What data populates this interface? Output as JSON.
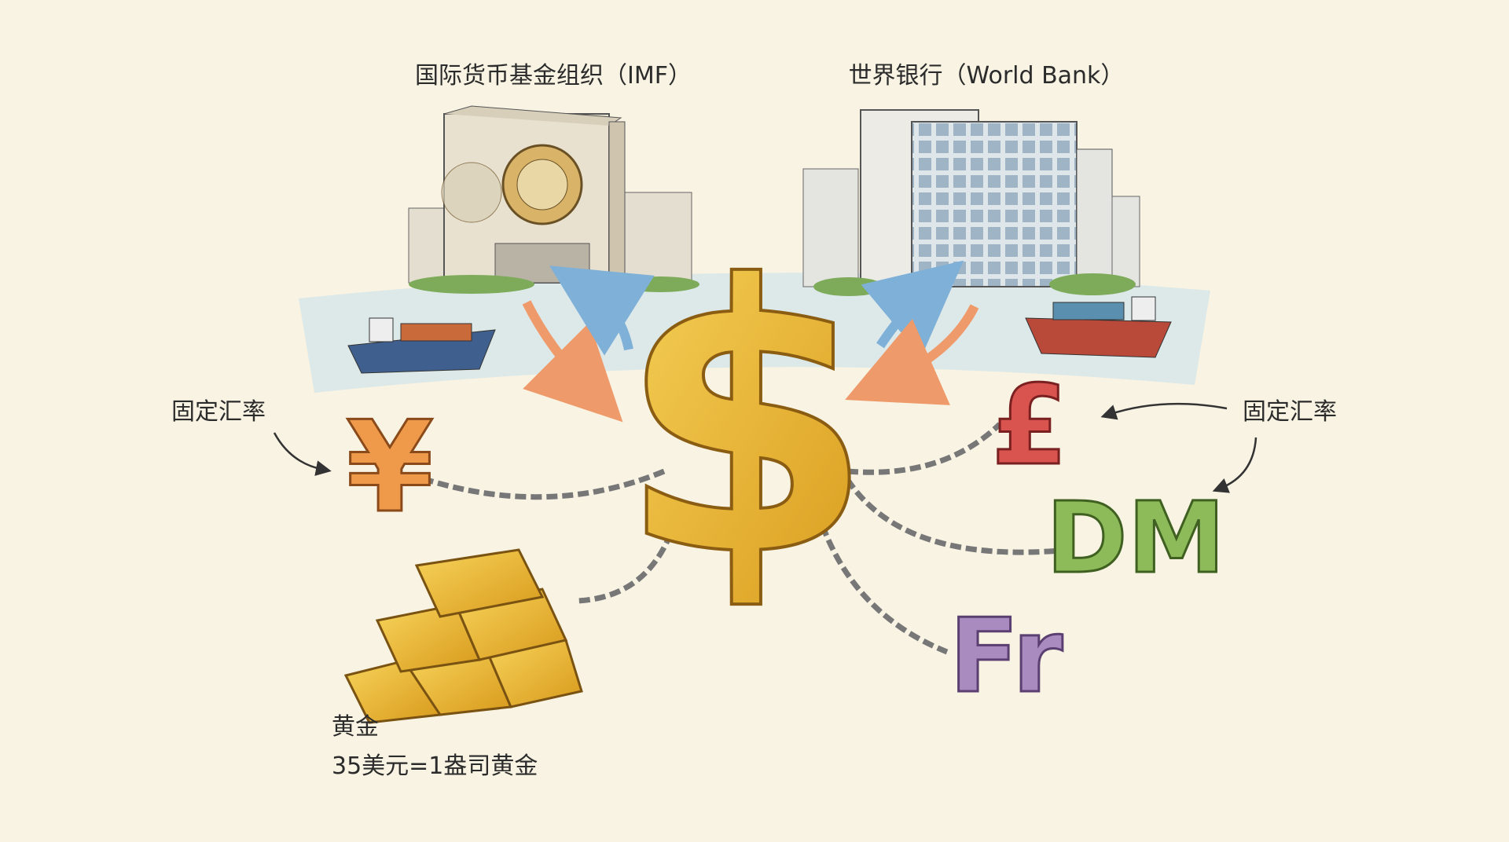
{
  "labels": {
    "imf": "国际货币基金组织（IMF）",
    "world_bank": "世界银行（World Bank）",
    "fixed_rate_left": "固定汇率",
    "fixed_rate_right": "固定汇率",
    "gold_title": "黄金",
    "gold_peg": "35美元=1盎司黄金"
  },
  "currencies": {
    "dollar": "$",
    "yen": "¥",
    "pound": "£",
    "mark": "DM",
    "franc": "Fr"
  },
  "colors": {
    "background": "#f8f3e3",
    "gold": "#e8b92f",
    "yen": "#ef9a4a",
    "pound": "#d9534f",
    "mark": "#8dbb5a",
    "franc": "#a98bc0",
    "water": "#cfe3ea",
    "arrow_blue": "#7fb0d8",
    "arrow_orange": "#ef9a6a"
  }
}
